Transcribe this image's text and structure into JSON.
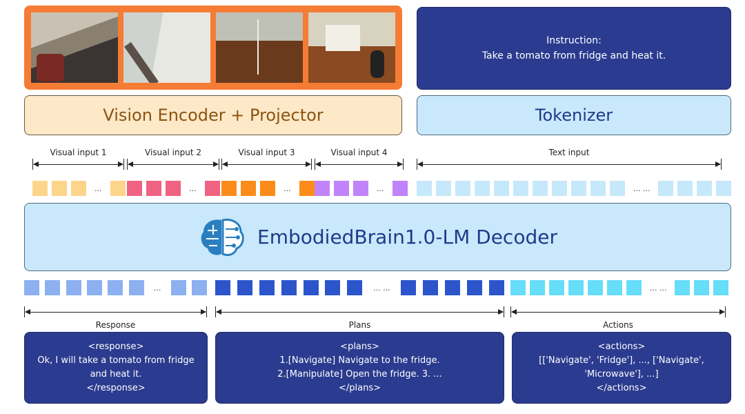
{
  "images": [
    "kitchen-view-1",
    "kitchen-view-2",
    "kitchen-view-3",
    "kitchen-view-4"
  ],
  "instruction": {
    "label": "Instruction:",
    "text": "Take a tomato from fridge and heat it."
  },
  "vision_encoder": "Vision Encoder + Projector",
  "tokenizer": "Tokenizer",
  "inputs": [
    {
      "label": "Visual input 1",
      "color": "#fdd58a",
      "before": 3,
      "after": 1,
      "dots": "..."
    },
    {
      "label": "Visual input 2",
      "color": "#f06282",
      "before": 3,
      "after": 1,
      "dots": "..."
    },
    {
      "label": "Visual input 3",
      "color": "#fb8c1a",
      "before": 3,
      "after": 1,
      "dots": "..."
    },
    {
      "label": "Visual input 4",
      "color": "#c183f9",
      "before": 3,
      "after": 1,
      "dots": "..."
    },
    {
      "label": "Text input",
      "color": "#c6e8fb",
      "before": 11,
      "after": 4,
      "dots": "... ..."
    }
  ],
  "decoder": "EmbodiedBrain1.0-LM Decoder",
  "outputs": [
    {
      "label": "Response",
      "color": "#8cb0f0",
      "before": 6,
      "after": 2,
      "dots": "...",
      "lines": [
        "<response>",
        "Ok, I will take a tomato from fridge",
        "and heat it.",
        "</response>"
      ]
    },
    {
      "label": "Plans",
      "color": "#2c55cc",
      "before": 7,
      "after": 5,
      "dots": "... ...",
      "lines": [
        "<plans>",
        "1.[Navigate] Navigate to the fridge.",
        "2.[Manipulate] Open the fridge. 3. ...",
        "</plans>"
      ]
    },
    {
      "label": "Actions",
      "color": "#66ddf9",
      "before": 7,
      "after": 3,
      "dots": "... ...",
      "lines": [
        "<actions>",
        "[['Navigate', 'Fridge'], ..., ['Navigate',",
        "'Microwave'], ...]",
        "</actions>"
      ]
    }
  ]
}
